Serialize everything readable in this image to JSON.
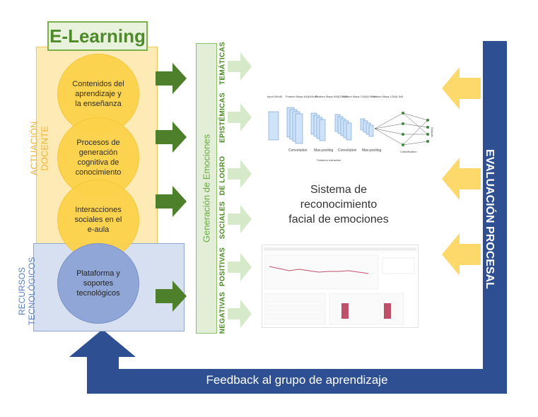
{
  "title": "E-Learning",
  "actuacion_docente": "ACTUACIÓN\nDOCENTE",
  "recursos": "RECURSOS\nTECNOLÓGICOS",
  "circles": [
    "Contenidos del aprendizaje y la enseñanza",
    "Procesos de generación cognitiva de conocimiento",
    "Interacciones sociales en el e-aula",
    "Plataforma y soportes tecnológicos"
  ],
  "generacion": "Generación de Emociones",
  "emotions": [
    "TEMÁTICAS",
    "EPISTÉMICAS",
    "DE LOGRO",
    "SOCIALES",
    "POSITIVAS",
    "NEGATIVAS"
  ],
  "sistema": "Sistema de reconocimiento facial de emociones",
  "evaluacion": "EVALUACIÓN PROCESAL",
  "feedback": "Feedback al  grupo de aprendizaje",
  "nn": {
    "top_labels": [
      "Input 48x48",
      "Feature Maps 64@48x48",
      "Feature Maps 64@22x22",
      "Feature Maps 128@10x10",
      "Feature Maps 128@ 5x5"
    ],
    "bottom_labels": [
      "Convolution",
      "Max-pooling",
      "Convolution",
      "Max-pooling"
    ],
    "classification": "Classification",
    "extraction": "Features extraction",
    "outputs": "Outputs"
  },
  "colors": {
    "green_arrow": "#4e7f2a",
    "light_green_arrow": "#d6e9c8",
    "yellow_arrow": "#fdd86a",
    "navy": "#2e4f91"
  }
}
